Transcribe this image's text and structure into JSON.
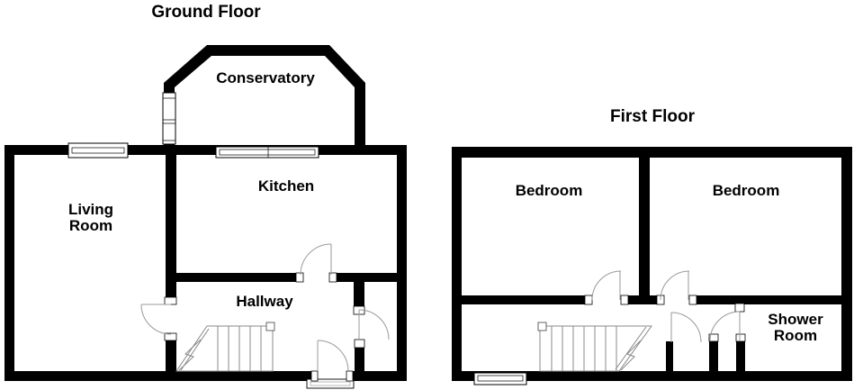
{
  "ground_floor": {
    "title": "Ground Floor",
    "rooms": {
      "conservatory": "Conservatory",
      "kitchen": "Kitchen",
      "living_room": {
        "line1": "Living",
        "line2": "Room"
      },
      "hallway": "Hallway"
    }
  },
  "first_floor": {
    "title": "First Floor",
    "rooms": {
      "bedroom_left": "Bedroom",
      "bedroom_right": "Bedroom",
      "shower_room": {
        "line1": "Shower",
        "line2": "Room"
      }
    }
  },
  "colors": {
    "walls": "#000000",
    "background": "#ffffff",
    "door_swing_lines": "#999999",
    "stair_lines": "#888888",
    "text": "#000000"
  }
}
